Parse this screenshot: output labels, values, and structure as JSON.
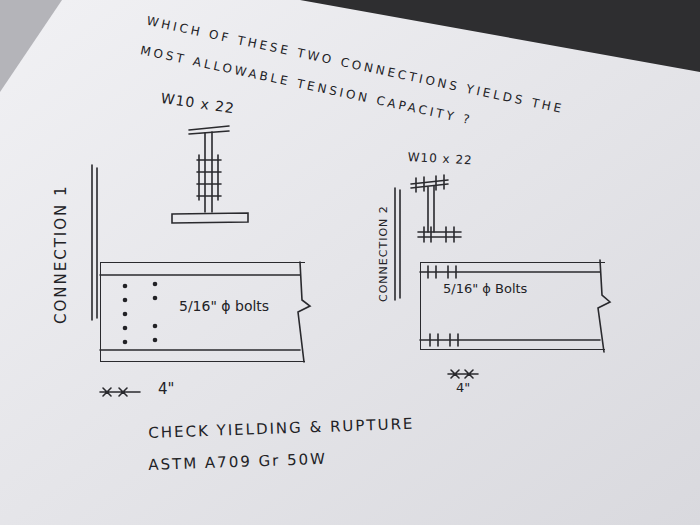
{
  "diagram": {
    "title": "WHICH OF THESE TWO CONNECTIONS YIELDS THE MOST ALLOWABLE TENSION CAPACITY ?",
    "nodes": [
      {
        "text": [
          "5/16\" ϕ bolts"
        ]
      },
      {
        "text": [
          "5/16\" ϕ Bolts"
        ]
      }
    ],
    "labels": [
      "W10 x 22",
      "CONNECTION 1",
      "4\"",
      "W10 x 22",
      "CONNECTION 2",
      "4\"",
      "CHECK YIELDING & RUPTURE",
      "ASTM A709 Gr 50W"
    ]
  }
}
